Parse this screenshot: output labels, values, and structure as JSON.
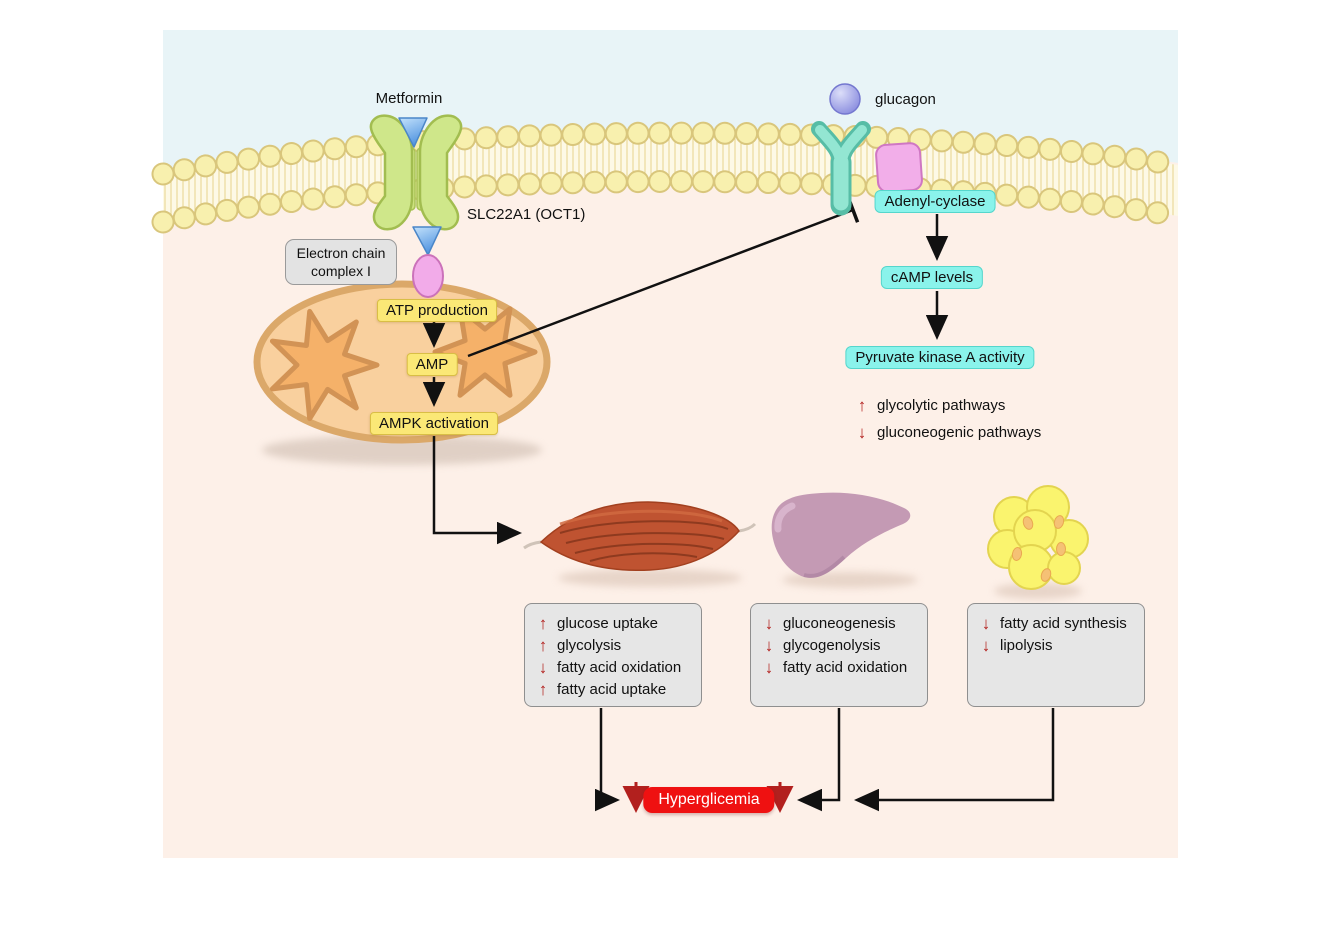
{
  "labels": {
    "metformin": "Metformin",
    "transporter": "SLC22A1 (OCT1)",
    "glucagon": "glucagon"
  },
  "nodes": {
    "electron_chain_line1": "Electron chain",
    "electron_chain_line2": "complex I",
    "atp": "ATP production",
    "amp": "AMP",
    "ampk": "AMPK activation",
    "adenyl_cyclase": "Adenyl-cyclase",
    "camp": "cAMP levels",
    "pyruvate_kinase": "Pyruvate kinase A activity"
  },
  "pathway_effects": [
    {
      "glyph": "↑",
      "label": "glycolytic pathways"
    },
    {
      "glyph": "↓",
      "label": "gluconeogenic pathways"
    }
  ],
  "organs": {
    "muscle": {
      "effects": [
        {
          "glyph": "↑",
          "label": "glucose uptake"
        },
        {
          "glyph": "↑",
          "label": "glycolysis"
        },
        {
          "glyph": "↓",
          "label": "fatty acid oxidation"
        },
        {
          "glyph": "↑",
          "label": "fatty acid uptake"
        }
      ]
    },
    "liver": {
      "effects": [
        {
          "glyph": "↓",
          "label": "gluconeogenesis"
        },
        {
          "glyph": "↓",
          "label": "glycogenolysis"
        },
        {
          "glyph": "↓",
          "label": "fatty acid oxidation"
        }
      ]
    },
    "adipose": {
      "effects": [
        {
          "glyph": "↓",
          "label": "fatty acid synthesis"
        },
        {
          "glyph": "↓",
          "label": "lipolysis"
        }
      ]
    }
  },
  "outcome": {
    "label": "Hyperglicemia"
  },
  "colors": {
    "panel_pink": "#fdf0e8",
    "sky_blue": "#e8f4f7",
    "yellow_box": "#fbe876",
    "cyan_box": "#8af3eb",
    "outcome_red": "#ef1111",
    "effect_arrow_red": "#b2201e"
  }
}
